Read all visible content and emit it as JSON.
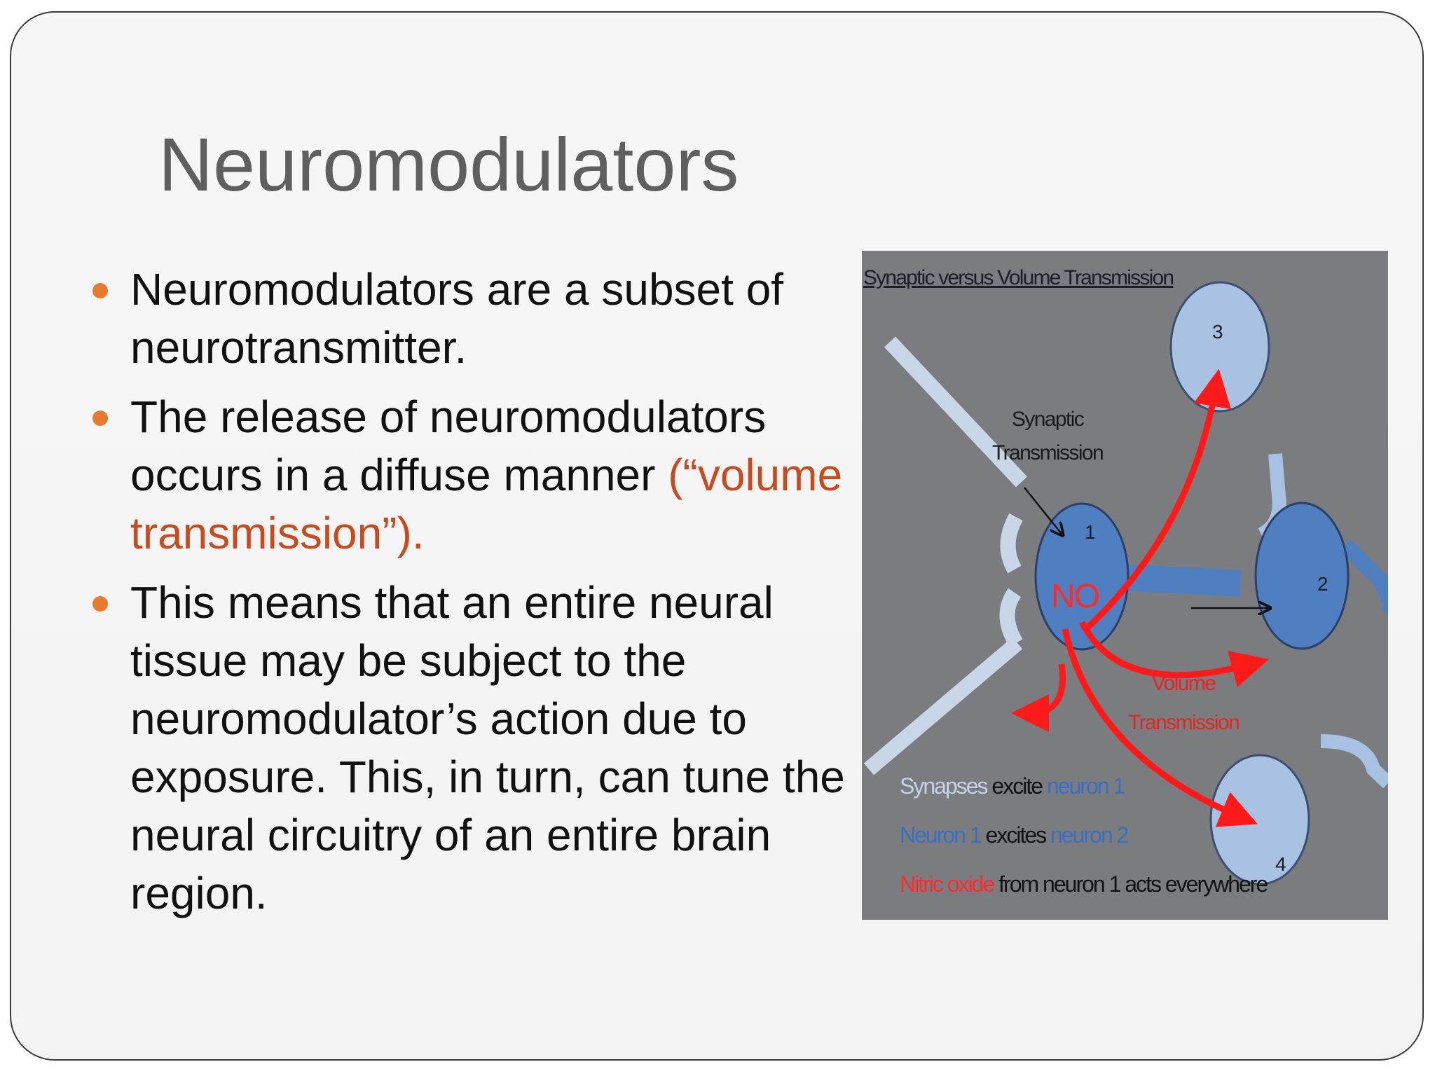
{
  "slide": {
    "title": "Neuromodulators",
    "bullets": [
      {
        "text": "Neuromodulators are a subset of neurotransmitter."
      },
      {
        "text": "The release of neuromodulators occurs in a diffuse manner",
        "highlight": "(“volume transmission”)."
      },
      {
        "text": "This means that an entire neural tissue may be subject to the neuromodulator’s action due to exposure. This, in turn, can tune the neural circuitry of an entire brain region."
      }
    ]
  },
  "figure": {
    "title": "Synaptic versus Volume Transmission",
    "synaptic_label_line1": "Synaptic",
    "synaptic_label_line2": "Transmission",
    "volume_label_line1": "Volume",
    "volume_label_line2": "Transmission",
    "no_label": "NO",
    "neuron_numbers": [
      "1",
      "2",
      "3",
      "4"
    ],
    "legend": {
      "line1": {
        "a": "Synapses",
        "b": " excite ",
        "c": "neuron 1"
      },
      "line2": {
        "a": "Neuron 1",
        "b": " excites ",
        "c": "neuron 2"
      },
      "line3": {
        "a": "Nitric oxide",
        "b": " from neuron 1 acts everywhere"
      }
    },
    "colors": {
      "background": "#7b7c80",
      "neuron_dark": "#4f7fc0",
      "neuron_light": "#a9c1e2",
      "axon": "#c9d6e8",
      "arrow_red": "#ff1a1a"
    }
  }
}
